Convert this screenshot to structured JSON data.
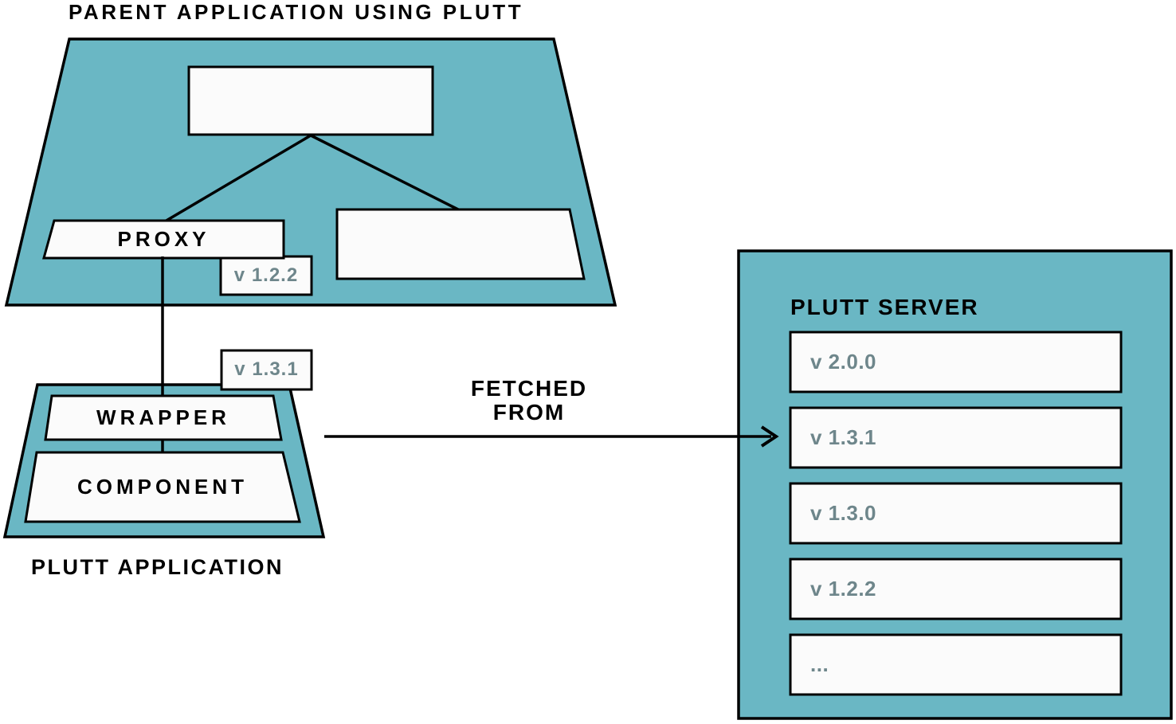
{
  "title": "PARENT APPLICATION USING PLUTT",
  "parent_app": {
    "proxy_label": "PROXY",
    "proxy_version": "v 1.2.2"
  },
  "plutt_app": {
    "caption": "PLUTT APPLICATION",
    "wrapper_label": "WRAPPER",
    "component_label": "COMPONENT",
    "version": "v 1.3.1"
  },
  "arrow": {
    "label_line1": "FETCHED",
    "label_line2": "FROM"
  },
  "server": {
    "title": "PLUTT SERVER",
    "versions": [
      "v 2.0.0",
      "v 1.3.1",
      "v 1.3.0",
      "v 1.2.2",
      "..."
    ]
  },
  "colors": {
    "teal": "#6ab7c4",
    "box_fill": "#fbfbfb",
    "outline": "#000000",
    "version_text": "#6e868b"
  }
}
